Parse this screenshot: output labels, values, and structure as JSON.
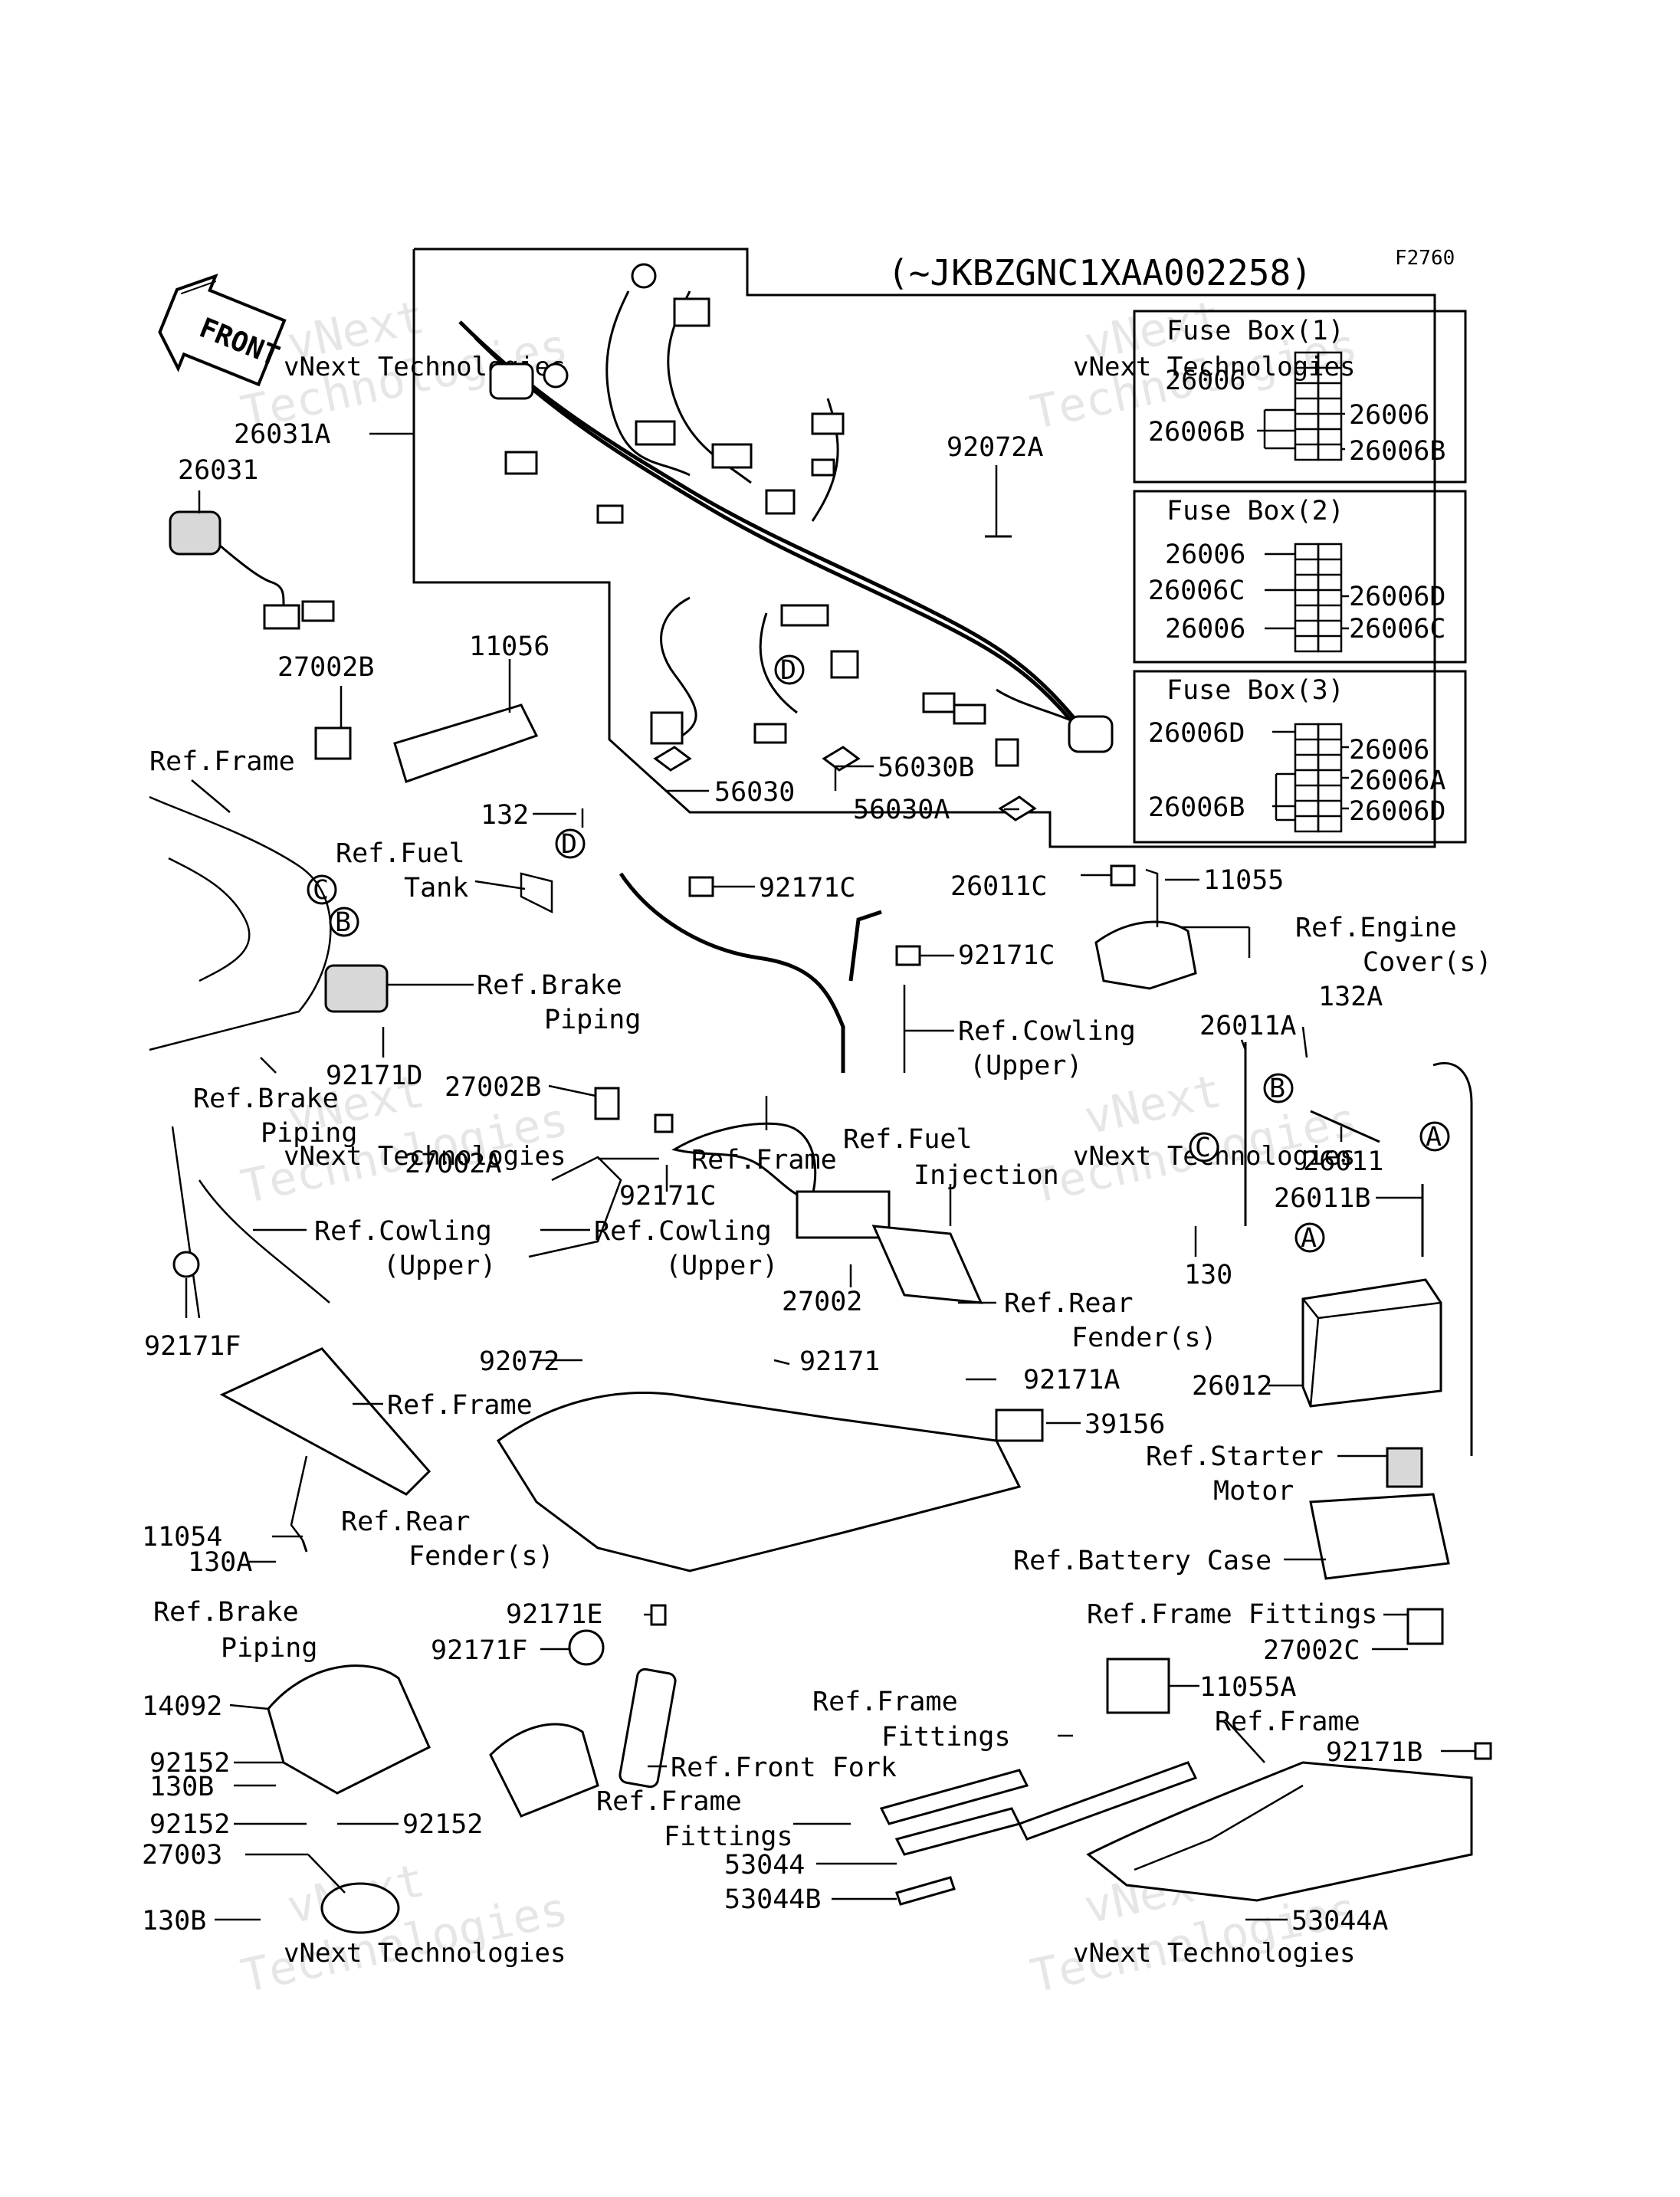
{
  "header": {
    "range_code": "(~JKBZGNC1XAA002258)",
    "figure_code": "F2760",
    "front_label": "FRONT"
  },
  "watermark": {
    "small": "vNext Technologies",
    "large_top": "vNext",
    "large_bottom": "Technologies"
  },
  "fuse_boxes": [
    {
      "title": "Fuse Box(1)",
      "left_labels": [
        "26006",
        "26006B"
      ],
      "right_labels": [
        "26006",
        "26006B"
      ]
    },
    {
      "title": "Fuse Box(2)",
      "left_labels": [
        "26006",
        "26006C",
        "26006"
      ],
      "right_labels": [
        "26006D",
        "26006C"
      ]
    },
    {
      "title": "Fuse Box(3)",
      "left_labels": [
        "26006D",
        "26006B"
      ],
      "right_labels": [
        "26006",
        "26006A",
        "26006D"
      ]
    }
  ],
  "callout_letters": [
    "A",
    "B",
    "C",
    "D"
  ],
  "labels": {
    "p26031A": "26031A",
    "p26031": "26031",
    "p92072A": "92072A",
    "p27002B_1": "27002B",
    "p11056": "11056",
    "ref_frame_1": "Ref.Frame",
    "p56030": "56030",
    "p56030B": "56030B",
    "p56030A": "56030A",
    "p132": "132",
    "ref_fuel_tank_1": "Ref.Fuel",
    "ref_fuel_tank_2": "Tank",
    "p92171C_1": "92171C",
    "p26011C": "26011C",
    "p11055": "11055",
    "ref_engine_cover_1": "Ref.Engine",
    "ref_engine_cover_2": "Cover(s)",
    "p92171C_2": "92171C",
    "ref_brake_piping_1a": "Ref.Brake",
    "ref_brake_piping_1b": "Piping",
    "ref_cowling_1a": "Ref.Cowling",
    "ref_cowling_1b": "(Upper)",
    "p92171D": "92171D",
    "p26011A": "26011A",
    "p132A": "132A",
    "ref_brake_piping_2a": "Ref.Brake",
    "ref_brake_piping_2b": "Piping",
    "p27002B_2": "27002B",
    "ref_frame_2": "Ref.Frame",
    "ref_fuel_inj_1": "Ref.Fuel",
    "ref_fuel_inj_2": "Injection",
    "p26011": "26011",
    "p27002A": "27002A",
    "p92171C_3": "92171C",
    "ref_cowling_2a": "Ref.Cowling",
    "ref_cowling_2b": "(Upper)",
    "ref_cowling_3a": "Ref.Cowling",
    "ref_cowling_3b": "(Upper)",
    "p26011B": "26011B",
    "p130_1": "130",
    "p27002": "27002",
    "ref_rear_fender_1a": "Ref.Rear",
    "ref_rear_fender_1b": "Fender(s)",
    "p92171F_1": "92171F",
    "p92072": "92072",
    "p92171": "92171",
    "p92171A": "92171A",
    "p26012": "26012",
    "ref_frame_3": "Ref.Frame",
    "p39156": "39156",
    "ref_starter_1": "Ref.Starter",
    "ref_starter_2": "Motor",
    "ref_rear_fender_2a": "Ref.Rear",
    "ref_rear_fender_2b": "Fender(s)",
    "p11054": "11054",
    "p130A": "130A",
    "ref_battery_case": "Ref.Battery Case",
    "ref_brake_piping_3a": "Ref.Brake",
    "ref_brake_piping_3b": "Piping",
    "p92171E": "92171E",
    "ref_frame_fittings_1": "Ref.Frame Fittings",
    "p92171F_2": "92171F",
    "p27002C": "27002C",
    "p14092": "14092",
    "ref_frame_fittings_2a": "Ref.Frame",
    "ref_frame_fittings_2b": "Fittings",
    "p11055A": "11055A",
    "ref_frame_4": "Ref.Frame",
    "ref_front_fork": "Ref.Front Fork",
    "p92152_1": "92152",
    "p130B_1": "130B",
    "ref_frame_fittings_3a": "Ref.Frame",
    "ref_frame_fittings_3b": "Fittings",
    "p92171B": "92171B",
    "p92152_2": "92152",
    "p92152_3": "92152",
    "p27003": "27003",
    "p53044": "53044",
    "p53044B": "53044B",
    "p130B_2": "130B",
    "p53044A": "53044A"
  }
}
